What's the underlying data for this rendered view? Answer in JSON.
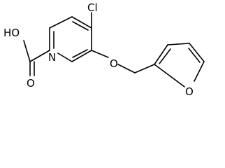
{
  "diagram": {
    "type": "chemical-structure",
    "labels": {
      "cl": "Cl",
      "ho": "HO",
      "o_carbonyl": "O",
      "n_ring": "N",
      "o_ether": "O",
      "o_furan": "O"
    },
    "colors": {
      "bond": "#000000",
      "text": "#000000",
      "background": "#ffffff"
    }
  }
}
